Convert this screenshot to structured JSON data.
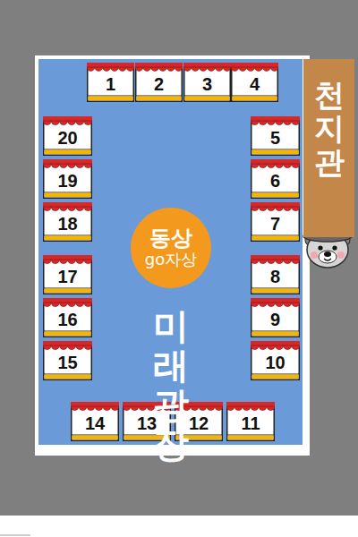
{
  "diagram": {
    "nodes": [
      {
        "text": [
          "미래 광장"
        ]
      },
      {
        "text": [
          "1"
        ],
        "in": 0
      },
      {
        "text": [
          "2"
        ],
        "in": 0
      },
      {
        "text": [
          "3"
        ],
        "in": 0
      },
      {
        "text": [
          "4"
        ],
        "in": 0
      },
      {
        "text": [
          "천지관"
        ]
      },
      {
        "text": [
          "20"
        ],
        "in": 0
      },
      {
        "text": [
          "5"
        ],
        "in": 0
      },
      {
        "text": [
          "19"
        ],
        "in": 0
      },
      {
        "text": [
          "6"
        ],
        "in": 0
      },
      {
        "text": [
          "18"
        ],
        "in": 0
      },
      {
        "text": [
          "7"
        ],
        "in": 0
      },
      {
        "text": [
          "동상",
          "go자상"
        ],
        "in": 0
      },
      {
        "text": [
          "17"
        ],
        "in": 0
      },
      {
        "text": [
          "8"
        ],
        "in": 0
      },
      {
        "text": [
          "16"
        ],
        "in": 0
      },
      {
        "text": [
          "9"
        ],
        "in": 0
      },
      {
        "text": [
          "15"
        ],
        "in": 0
      },
      {
        "text": [
          "10"
        ],
        "in": 0
      },
      {
        "text": [
          "14"
        ],
        "in": 0
      },
      {
        "text": [
          "13"
        ],
        "in": 0
      },
      {
        "text": [
          "12"
        ],
        "in": 0
      },
      {
        "text": [
          "11"
        ],
        "in": 0
      }
    ]
  }
}
